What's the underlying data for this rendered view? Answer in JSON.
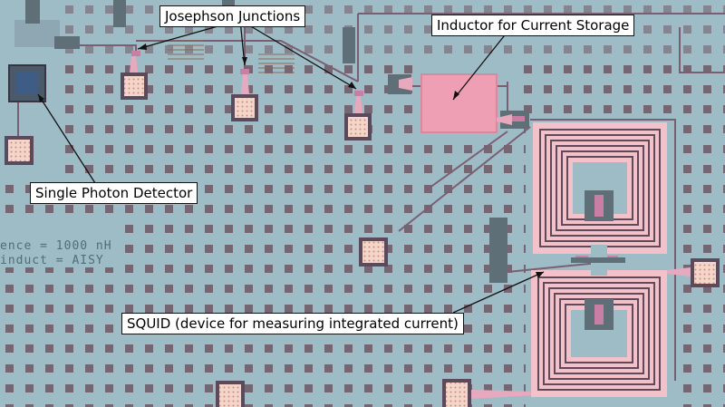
{
  "image": {
    "kind": "optical micrograph of superconducting circuit chip",
    "colors": {
      "substrate": "#9dbcc6",
      "metal_pad_dark": "#5a4a5c",
      "wiring": "#7a5f73",
      "pink_metal": "#f2b8c4",
      "inductor_fill": "#ee9fb3",
      "pad_core": "#f6e0d2",
      "ground_square": "#6d5866"
    }
  },
  "callouts": {
    "josephson": "Josephson Junctions",
    "inductor": "Inductor for Current Storage",
    "detector": "Single Photon Detector",
    "squid": "SQUID (device for measuring integrated current)"
  },
  "chip_labels": {
    "inductance_line1": "ence = 1000 nH",
    "inductance_line2": "induct = AISY"
  }
}
